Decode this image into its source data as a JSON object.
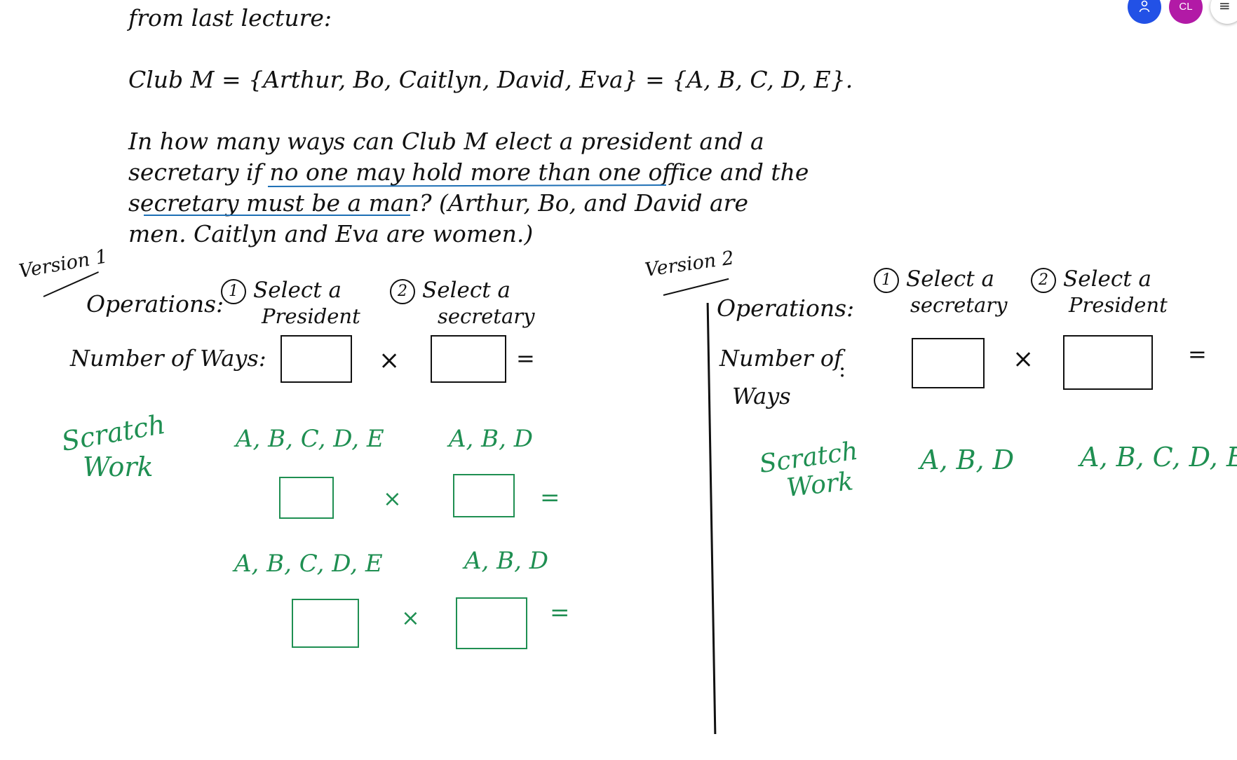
{
  "header": {
    "avatar_user_icon": "person-icon",
    "avatar_initials": "CL",
    "menu_icon": "≡"
  },
  "problem": {
    "intro": "from last lecture:",
    "club_line": "Club M = {Arthur, Bo, Caitlyn, David, Eva} = {A, B, C, D, E}.",
    "q_line1": "In how many ways can Club M elect a president and a",
    "q_line2_pre": "secretary if ",
    "q_line2_under": "no one may hold more than one office",
    "q_line2_post": " and the",
    "q_line3_under": "secretary must be a man",
    "q_line3_post": "?   (Arthur, Bo, and David are",
    "q_line4": "men.  Caitlyn and Eva are women.)"
  },
  "version1": {
    "label": "Version 1",
    "operations_label": "Operations:",
    "op1_num": "1",
    "op1_line1": "Select a",
    "op1_line2": "President",
    "op2_num": "2",
    "op2_line1": "Select a",
    "op2_line2": "secretary",
    "ways_label": "Number of Ways:",
    "times": "×",
    "equals": "=",
    "scratch_line1": "Scratch",
    "scratch_line2": "Work",
    "scratch_set1a": "A, B, C, D, E",
    "scratch_set1b": "A, B, D",
    "scratch_set2a": "A, B, C, D, E",
    "scratch_set2b": "A, B, D"
  },
  "version2": {
    "label": "Version 2",
    "operations_label": "Operations:",
    "op1_num": "1",
    "op1_line1": "Select a",
    "op1_line2": "secretary",
    "op2_num": "2",
    "op2_line1": "Select a",
    "op2_line2": "President",
    "ways_label_line1": "Number of",
    "ways_label_line2": "Ways",
    "ways_colon": ":",
    "times": "×",
    "equals": "=",
    "scratch_line1": "Scratch",
    "scratch_line2": "Work",
    "scratch_set1": "A, B, D",
    "scratch_set2": "A, B, C, D, E"
  },
  "colors": {
    "ink": "#111111",
    "green_ink": "#1f8f52",
    "underline_blue": "#1d6fb5"
  }
}
